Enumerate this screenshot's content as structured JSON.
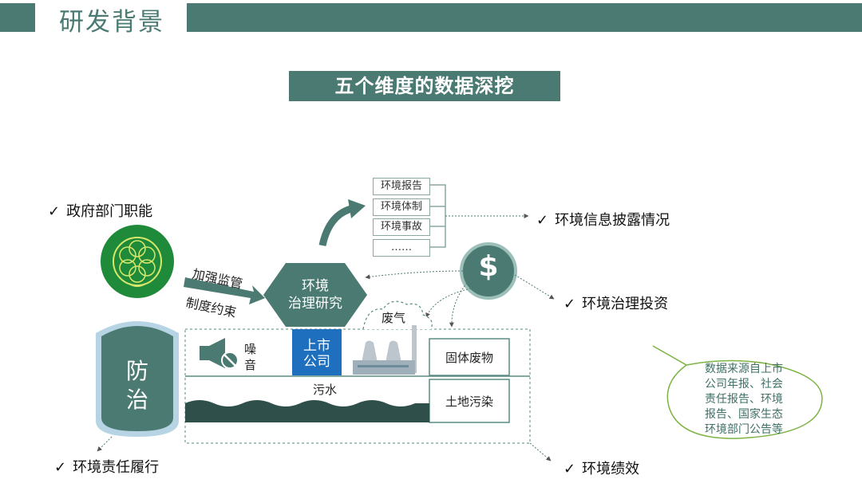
{
  "header": {
    "title": "研发背景"
  },
  "banner": {
    "title": "五个维度的数据深挖"
  },
  "dimensions": {
    "government": "政府部门职能",
    "disclosure": "环境信息披露情况",
    "investment": "环境治理投资",
    "responsibility": "环境责任履行",
    "performance": "环境绩效"
  },
  "arrow_labels": {
    "top": "加强监管",
    "bottom": "制度约束"
  },
  "center": {
    "line1": "环境",
    "line2": "治理研究"
  },
  "listed_company": {
    "line1": "上市",
    "line2": "公司"
  },
  "report_list": [
    "环境报告",
    "环境体制",
    "环境事故",
    "……"
  ],
  "pollution": {
    "noise_line1": "噪",
    "noise_line2": "音",
    "waste_gas": "废气",
    "waste_water": "污水",
    "solid_waste": "固体废物",
    "soil": "土地污染"
  },
  "prevention": {
    "line1": "防",
    "line2": "治"
  },
  "source_note": {
    "lines": [
      "数据来源自上市",
      "公司年报、社会",
      "责任报告、环境",
      "报告、国家生态",
      "环境部门公告等"
    ]
  },
  "colors": {
    "teal": "#4a7a72",
    "blue": "#1f6fbf",
    "bubble_border": "#7cb342"
  },
  "icons": {
    "check": "✓",
    "dollar": "$",
    "eco_logo": "china-environment-labelling-logo"
  }
}
